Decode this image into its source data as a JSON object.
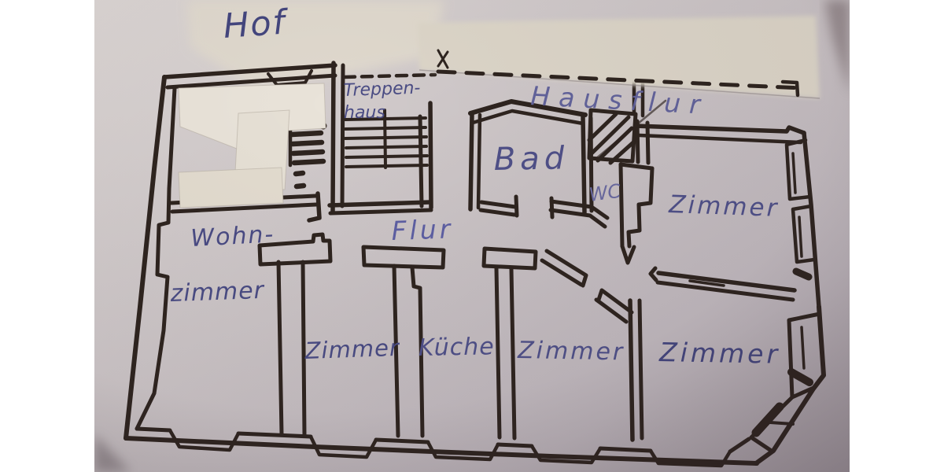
{
  "document": {
    "kind": "hand-drawn apartment floor plan (photograph of a pen sketch)",
    "language": "German"
  },
  "colors": {
    "paper": "#cdc5c6",
    "paper_light": "#e0d9cd",
    "overlay_sheet": "#dcd5c8",
    "correction_patch": "#e9e3d9",
    "ink": "#2e241f",
    "pen": "#4f5088",
    "pen_light": "#5f60a0"
  },
  "labels": {
    "hof": "Hof",
    "treppenhaus_line1": "Treppen-",
    "treppenhaus_line2": "haus",
    "hausflur": "Hausflur",
    "bad": "Bad",
    "wc": "WC",
    "zimmer_top_right": "Zimmer",
    "flur": "Flur",
    "wohnzimmer_line1": "Wohn-",
    "wohnzimmer_line2": "zimmer",
    "zimmer_bottom_left": "Zimmer",
    "kueche": "Küche",
    "zimmer_bottom_middle": "Zimmer",
    "zimmer_bottom_right": "Zimmer"
  }
}
